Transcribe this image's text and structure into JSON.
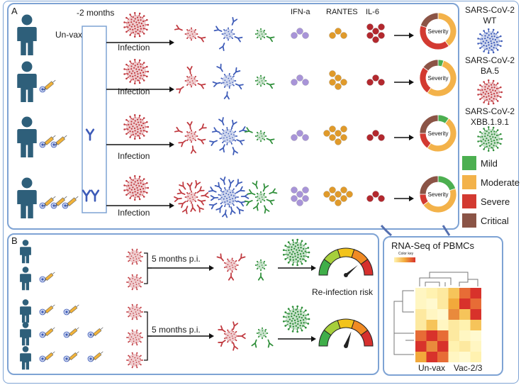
{
  "panel_a": {
    "letter": "A",
    "time_label": "-2 months",
    "unvax_label": "Un-vax",
    "infection_label": "Infection",
    "cytokines": [
      "IFN-a",
      "RANTES",
      "IL-6"
    ],
    "severity_label": "Severity",
    "rows": [
      {
        "severity": {
          "Mild": 0,
          "Moderate": 40,
          "Severe": 40,
          "Critical": 20
        }
      },
      {
        "severity": {
          "Mild": 5,
          "Moderate": 55,
          "Severe": 25,
          "Critical": 15
        }
      },
      {
        "severity": {
          "Mild": 10,
          "Moderate": 50,
          "Severe": 15,
          "Critical": 25
        }
      },
      {
        "severity": {
          "Mild": 20,
          "Moderate": 45,
          "Severe": 10,
          "Critical": 25
        }
      }
    ]
  },
  "variants": [
    {
      "line1": "SARS-CoV-2",
      "line2": "WT",
      "color": "#3d5bb8"
    },
    {
      "line1": "SARS-CoV-2",
      "line2": "BA.5",
      "color": "#c0393f"
    },
    {
      "line1": "SARS-CoV-2",
      "line2": "XBB.1.9.1",
      "color": "#2f8f3a"
    }
  ],
  "legend": [
    {
      "label": "Mild",
      "color": "#4caf50"
    },
    {
      "label": "Moderate",
      "color": "#f3b24a"
    },
    {
      "label": "Severe",
      "color": "#d33a31"
    },
    {
      "label": "Critical",
      "color": "#8b5446"
    }
  ],
  "panel_b": {
    "letter": "B",
    "period_label_1": "5 months p.i.",
    "period_label_2": "5 months p.i.",
    "risk_label": "Re-infection risk"
  },
  "rnaseq": {
    "title": "RNA-Seq of PBMCs",
    "color_key": "Color key",
    "group_left": "Un-vax",
    "group_right": "Vac-2/3"
  }
}
